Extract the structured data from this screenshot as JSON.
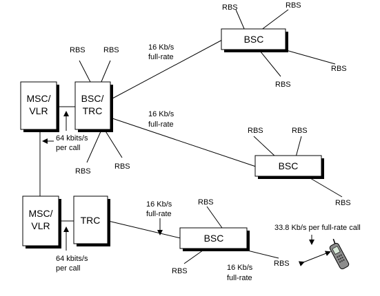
{
  "nodes": {
    "msc_vlr_top": [
      "MSC/",
      "VLR"
    ],
    "bsc_trc": [
      "BSC/",
      "TRC"
    ],
    "bsc_top": "BSC",
    "bsc_mid": "BSC",
    "msc_vlr_bottom": [
      "MSC/",
      "VLR"
    ],
    "trc": "TRC",
    "bsc_bottom": "BSC"
  },
  "labels": {
    "rbs": "RBS",
    "rate_16": [
      "16 Kb/s",
      "full-rate"
    ],
    "rate_64": [
      "64 kbits/s",
      "per call"
    ],
    "rate_64_lower": [
      "64 kbits/s",
      "per call"
    ],
    "mobile_rate": "33.8 Kb/s per full-rate call"
  },
  "icons": {
    "mobile": "mobile-phone-icon",
    "arrow": "arrow-icon"
  }
}
